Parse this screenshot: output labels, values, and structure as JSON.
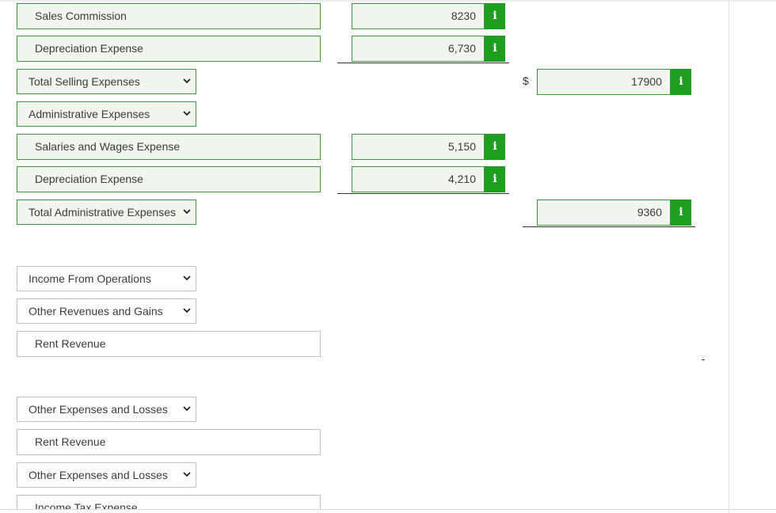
{
  "colors": {
    "correct_border": "#3d9b3d",
    "correct_fill": "#f1f4ef",
    "info_green": "#1e9e1e"
  },
  "icons": {
    "info": "info-icon",
    "dropdown": "chevron-down-icon"
  },
  "info_glyph": "i",
  "currency_symbol": "$",
  "rows": {
    "sales_commission": {
      "label": "Sales Commission",
      "amount": "8230"
    },
    "depreciation_1": {
      "label": "Depreciation Expense",
      "amount": "6,730"
    },
    "total_selling": {
      "label": "Total Selling Expenses",
      "amount": "17900"
    },
    "administrative_expenses": {
      "label": "Administrative Expenses"
    },
    "salaries_wages": {
      "label": "Salaries and Wages Expense",
      "amount": "5,150"
    },
    "depreciation_2": {
      "label": "Depreciation Expense",
      "amount": "4,210"
    },
    "total_administrative": {
      "label": "Total Administrative Expenses",
      "amount": "9360"
    },
    "income_from_operations": {
      "label": "Income From Operations"
    },
    "other_revenues_gains": {
      "label": "Other Revenues and Gains"
    },
    "rent_revenue_1": {
      "label": "Rent Revenue"
    },
    "other_expenses_losses_1": {
      "label": "Other Expenses and Losses"
    },
    "rent_revenue_2": {
      "label": "Rent Revenue"
    },
    "other_expenses_losses_2": {
      "label": "Other Expenses and Losses"
    },
    "income_tax_expense": {
      "label": "Income Tax Expense"
    }
  }
}
